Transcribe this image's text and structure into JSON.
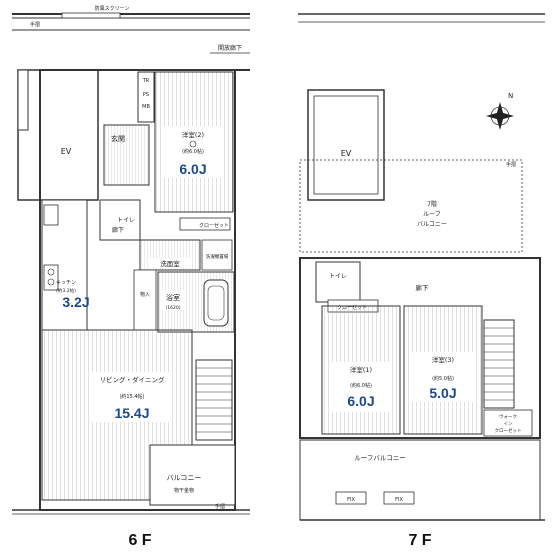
{
  "floor6": {
    "floor_label": "6 F",
    "top_screen": "防風スクリーン",
    "top_rail": "手摺",
    "corridor": "開放廊下",
    "ev": "EV",
    "entrance": "玄関",
    "pipe_space": "PS",
    "meter_box": "MB",
    "trunk_room": "TR",
    "room2": {
      "name": "洋室(2)",
      "size_note": "(約6.0帖)",
      "size_big": "6.0J"
    },
    "toilet": "トイレ",
    "hallway": "廊下",
    "closet": "クローゼット",
    "washroom": "洗面室",
    "washer": "洗濯機置場",
    "kitchen": {
      "name": "キッチン",
      "size_note": "(約3.2帖)",
      "size_big": "3.2J"
    },
    "bathroom": {
      "name": "浴室",
      "size_note": "(1620)"
    },
    "storage": "物入",
    "living": {
      "name": "リビング・ダイニング",
      "size_note": "(約15.4帖)",
      "size_big": "15.4J"
    },
    "balcony": "バルコニー",
    "balcony_storage": "物干金物",
    "bottom_rail": "手摺"
  },
  "floor7": {
    "floor_label": "7 F",
    "ev": "EV",
    "roof_balcony_top": "7階\nルーフ\nバルコニー",
    "roof_balcony_line1": "7階",
    "roof_balcony_line2": "ルーフ",
    "roof_balcony_line3": "バルコニー",
    "top_rail": "手摺",
    "toilet": "トイレ",
    "closet": "クローゼット",
    "hallway": "廊下",
    "room1": {
      "name": "洋室(1)",
      "size_note": "(約6.0帖)",
      "size_big": "6.0J"
    },
    "room3": {
      "name": "洋室(3)",
      "size_note": "(約5.0帖)",
      "size_big": "5.0J"
    },
    "walkin": "ウォーク\nイン\nクローゼット",
    "walkin_line1": "ウォーク",
    "walkin_line2": "イン",
    "walkin_line3": "クローゼット",
    "roof_balcony_bottom": "ルーフバルコニー",
    "fix1": "FIX",
    "fix2": "FIX",
    "compass": "N"
  },
  "colors": {
    "accent": "#1a4a8a",
    "line": "#333333"
  }
}
